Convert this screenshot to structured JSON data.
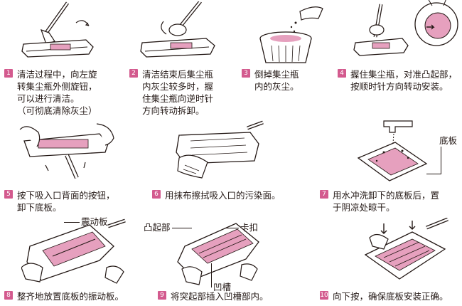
{
  "steps": [
    {
      "num": "1",
      "text": "清洁过程中，向左旋\n转集尘瓶外侧旋钮，\n可以进行清洁。\n（可彻底清除灰尘）"
    },
    {
      "num": "2",
      "text": "清洁结束后集尘瓶\n内灰尘较多时，握\n住集尘瓶向逆时针\n方向转动拆卸。"
    },
    {
      "num": "3",
      "text": "倒掉集尘瓶\n内的灰尘。"
    },
    {
      "num": "4",
      "text": "握住集尘瓶，对准凸起部，\n按顺时针方向转动安装。"
    },
    {
      "num": "5",
      "text": "按下吸入口背面的按钮，\n卸下底板。"
    },
    {
      "num": "6",
      "text": "用抹布擦拭吸入口的污染面。"
    },
    {
      "num": "7",
      "text": "用水冲洗卸下的底板后，置\n于阴凉处晾干。"
    },
    {
      "num": "8",
      "text": "整齐地放置底板的振动板。"
    },
    {
      "num": "9",
      "text": "将突起部插入凹槽部内。"
    },
    {
      "num": "10",
      "text": "向下按，确保底板安装正确。"
    }
  ],
  "callouts": {
    "bottom_plate": "底板",
    "vibration_plate": "震动板",
    "protrusion": "凸起部",
    "clip": "卡扣",
    "groove": "凹槽"
  },
  "colors": {
    "accent": "#d35a8e",
    "ink": "#231815"
  }
}
